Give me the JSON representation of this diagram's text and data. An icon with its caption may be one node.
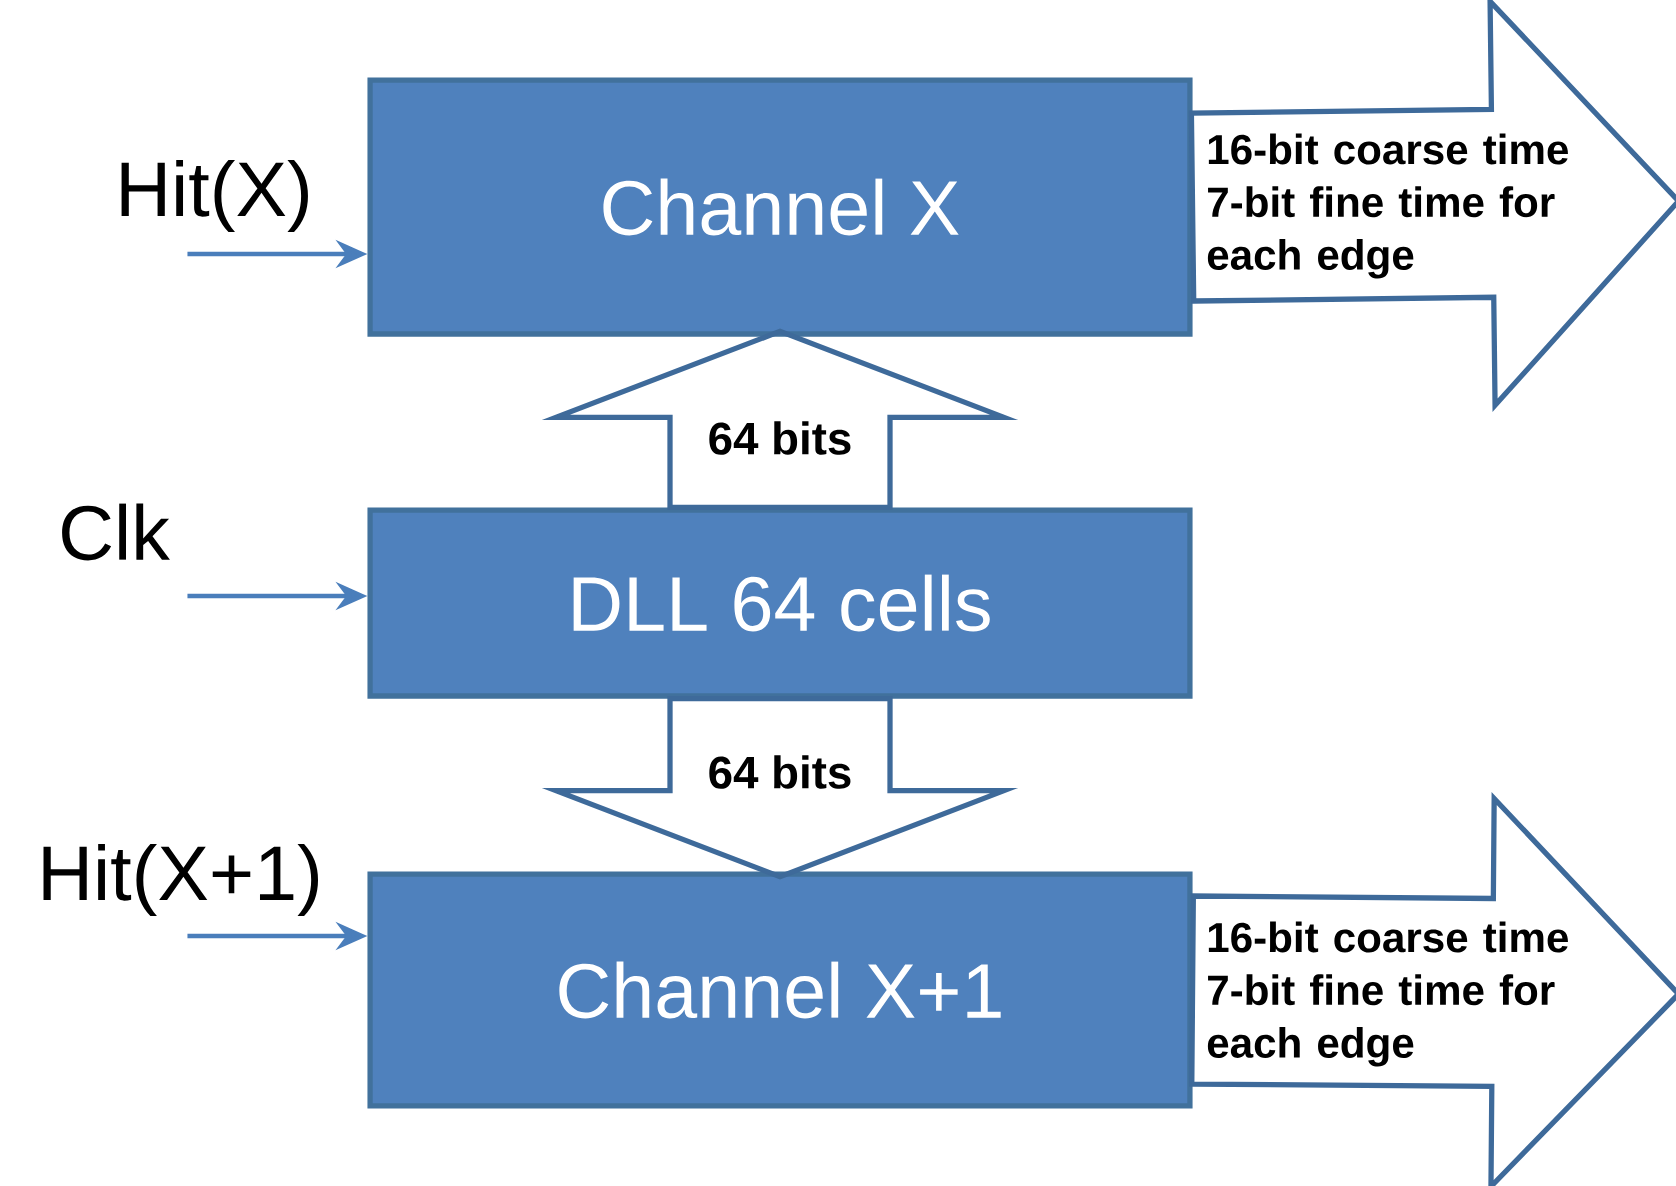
{
  "diagram": {
    "nodes": [
      {
        "text": [
          "Channel X"
        ]
      },
      {
        "text": [
          "DLL 64 cells"
        ]
      },
      {
        "text": [
          "Channel X+1"
        ]
      }
    ],
    "edges": [
      {
        "from": null,
        "to": 0,
        "arrow": "to",
        "label": "Hit(X)"
      },
      {
        "from": null,
        "to": 1,
        "arrow": "to",
        "label": "Clk"
      },
      {
        "from": null,
        "to": 2,
        "arrow": "to",
        "label": "Hit(X+1)"
      },
      {
        "from": 1,
        "to": 0,
        "arrow": "to",
        "label": "64 bits",
        "style": "thick"
      },
      {
        "from": 1,
        "to": 2,
        "arrow": "to",
        "label": "64 bits",
        "style": "thick"
      },
      {
        "from": 0,
        "to": null,
        "arrow": "to",
        "label": "16-bit coarse time 7-bit fine time for each edge",
        "style": "thick"
      },
      {
        "from": 2,
        "to": null,
        "arrow": "to",
        "label": "16-bit coarse time 7-bit fine time for each edge",
        "style": "thick"
      }
    ]
  }
}
